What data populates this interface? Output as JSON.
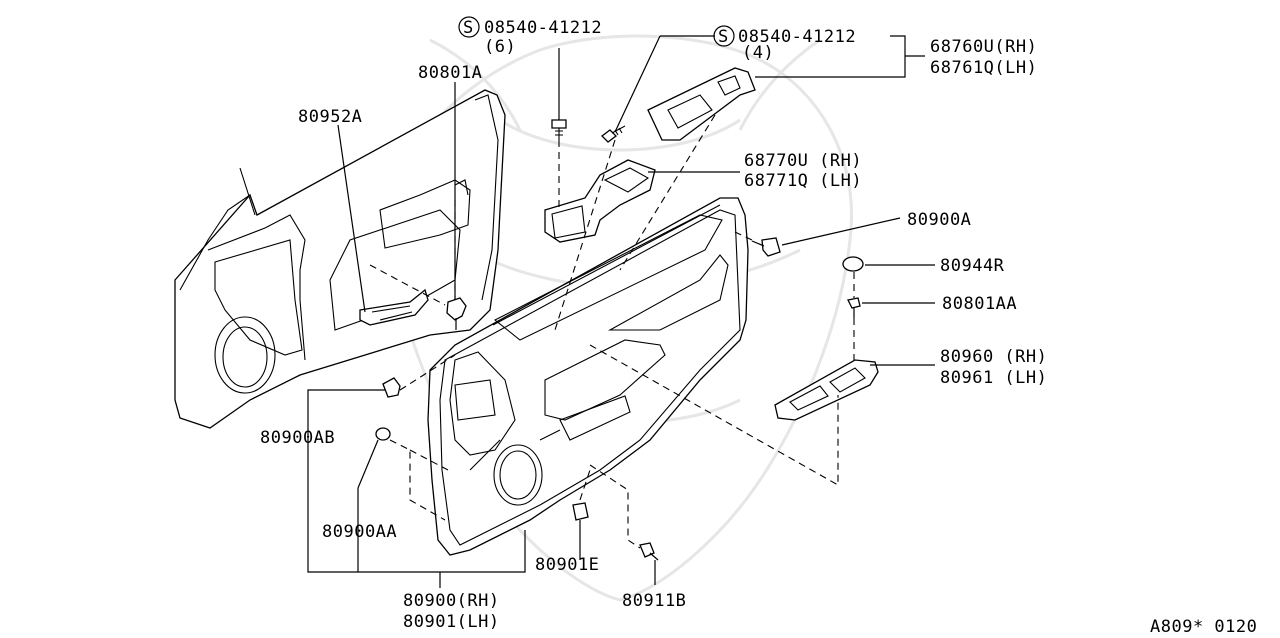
{
  "labels": {
    "s_screw_1": "08540-41212",
    "s_screw_1_qty": "(6)",
    "s_screw_2": "08540-41212",
    "s_screw_2_qty": "(4)",
    "s_marker": "S",
    "p80801A": "80801A",
    "p80952A": "80952A",
    "p68760U": "68760U(RH)",
    "p68761Q": "68761Q(LH)",
    "p68770U": "68770U (RH)",
    "p68771Q": "68771Q (LH)",
    "p80900A": "80900A",
    "p80944R": "80944R",
    "p80801AA": "80801AA",
    "p80960": "80960 (RH)",
    "p80961": "80961 (LH)",
    "p80900AB": "80900AB",
    "p80900AA": "80900AA",
    "p80901E": "80901E",
    "p80900": "80900(RH)",
    "p80901": "80901(LH)",
    "p80911B": "80911B",
    "diagram_code": "A809* 0120"
  }
}
